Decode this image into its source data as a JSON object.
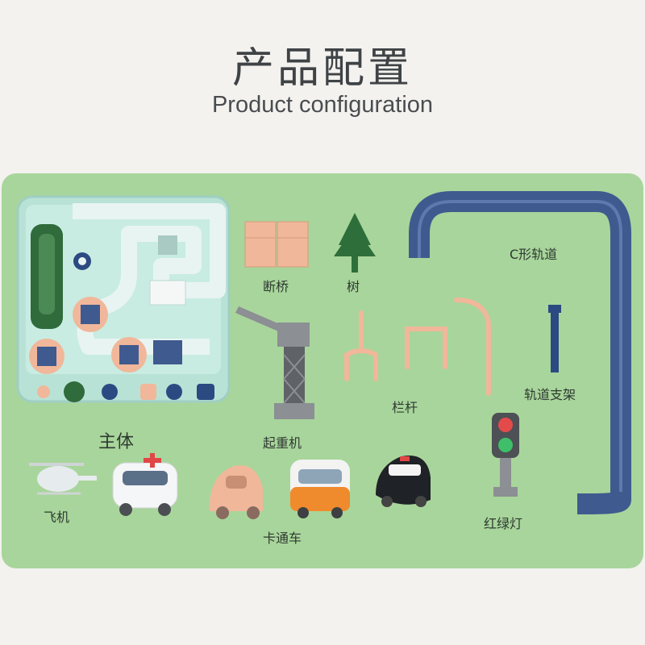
{
  "header": {
    "title_cn": "产品配置",
    "title_en": "Product configuration"
  },
  "labels": {
    "main_body": "主体",
    "broken_bridge": "断桥",
    "tree": "树",
    "crane": "起重机",
    "railing": "栏杆",
    "c_track": "C形轨道",
    "track_support": "轨道支架",
    "traffic_light": "红绿灯",
    "airplane": "飞机",
    "cartoon_cars": "卡通车"
  },
  "colors": {
    "panel_bg": "#a8d59b",
    "board": "#b9e2d6",
    "track_blue": "#3f5a8f",
    "pink": "#f1b79a",
    "tree_green": "#2e6e3a",
    "crane_gray": "#8c8f93"
  }
}
